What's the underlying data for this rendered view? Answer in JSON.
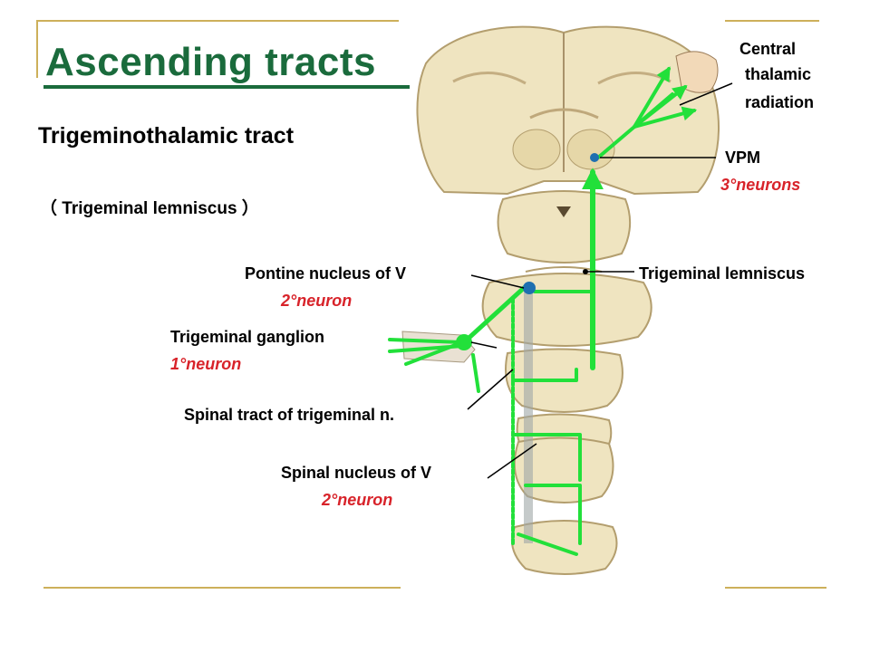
{
  "title": "Ascending  tracts",
  "subtitle": "Trigeminothalamic tract",
  "subtitle_paren": "（ Trigeminal lemniscus ）",
  "labels": {
    "central_thalamic_radiation": [
      "Central",
      "thalamic",
      "radiation"
    ],
    "vpm": "VPM",
    "vpm_neurons": "3°neurons",
    "trigeminal_lemniscus": "Trigeminal lemniscus",
    "pontine_nucleus": "Pontine nucleus of  V",
    "pontine_neuron": "2°neuron",
    "trigeminal_ganglion": "Trigeminal ganglion",
    "ganglion_neuron": "1°neuron",
    "spinal_tract": "Spinal tract of trigeminal n.",
    "spinal_nucleus": "Spinal nucleus of  V",
    "spinal_neuron": "2°neuron"
  },
  "colors": {
    "title": "#1a6b3c",
    "frame": "#cdb05a",
    "pathway": "#22e03a",
    "annotation_red": "#d8232a",
    "tissue": "#efe4c0",
    "tissue_dark": "#c9b88e"
  }
}
